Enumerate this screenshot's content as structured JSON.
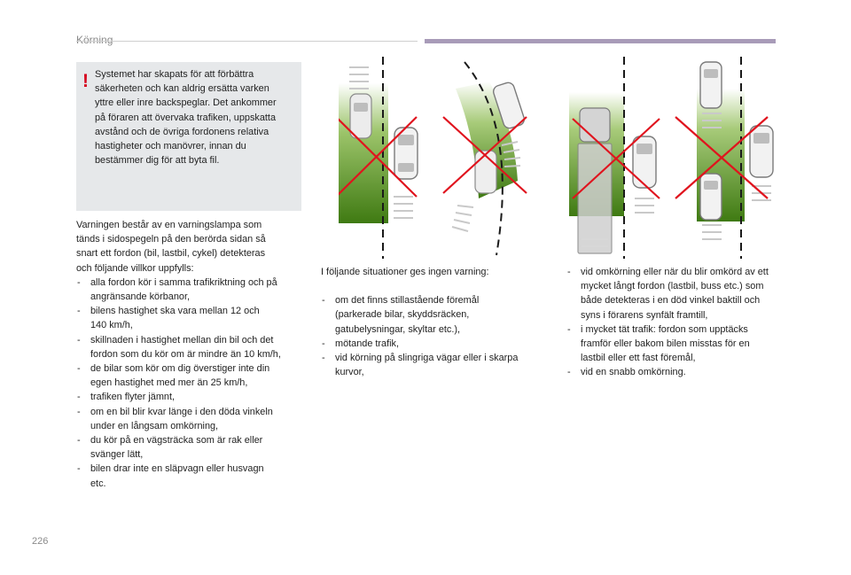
{
  "header": {
    "section_title": "Körning"
  },
  "warning": {
    "mark": "!",
    "lines": [
      "Systemet har skapats för att förbättra",
      "säkerheten och kan aldrig ersätta varken",
      "yttre eller inre backspeglar. Det ankommer",
      "på föraren att övervaka trafiken, uppskatta",
      "avstånd och de övriga fordonens relativa",
      "hastigheter och manövrer, innan du",
      "bestämmer dig för att byta fil."
    ]
  },
  "column1": {
    "intro_lines": [
      "Varningen består av en varningslampa som",
      "tänds i sidospegeln på den berörda sidan så",
      "snart ett fordon (bil, lastbil, cykel) detekteras",
      "och följande villkor uppfylls:"
    ],
    "items": [
      [
        "alla fordon kör i samma trafikriktning och på",
        "angränsande körbanor,"
      ],
      [
        "bilens hastighet ska vara mellan 12 och",
        "140 km/h,"
      ],
      [
        "skillnaden i hastighet mellan din bil och det",
        "fordon som du kör om är mindre än 10 km/h,"
      ],
      [
        "de bilar som kör om dig överstiger inte din",
        "egen hastighet med mer än 25 km/h,"
      ],
      [
        "trafiken flyter jämnt,"
      ],
      [
        "om en bil blir kvar länge i den döda vinkeln",
        "under en långsam omkörning,"
      ],
      [
        "du kör på en vägsträcka som är rak eller",
        "svänger lätt,"
      ],
      [
        "bilen drar inte en släpvagn eller husvagn",
        "etc."
      ]
    ]
  },
  "column2": {
    "intro": "I följande situationer ges ingen varning:",
    "items": [
      [
        "om det finns stillastående föremål",
        "(parkerade bilar, skyddsräcken,",
        "gatubelysningar, skyltar etc.),"
      ],
      [
        "mötande trafik,"
      ],
      [
        "vid körning på slingriga vägar eller i skarpa",
        "kurvor,"
      ]
    ]
  },
  "column3": {
    "items": [
      [
        "vid omkörning eller när du blir omkörd av ett",
        "mycket långt fordon (lastbil, buss etc.) som",
        "både detekteras i en död vinkel baktill och",
        "syns i förarens synfält framtill,"
      ],
      [
        "i mycket tät trafik: fordon som upptäcks",
        "framför eller bakom bilen misstas för en",
        "lastbil eller ett fast föremål,"
      ],
      [
        "vid en snabb omkörning."
      ]
    ]
  },
  "footer": {
    "page_number": "226"
  },
  "colors": {
    "accent": "#a89bb8",
    "warning_bg": "#e6e8ea",
    "warning_mark": "#d6001c",
    "zone_green": "#4f8a1e",
    "cross_red": "#e0141e"
  },
  "illustrations": [
    {
      "icon": "blind-spot-parked-car-icon"
    },
    {
      "icon": "blind-spot-curve-icon"
    },
    {
      "icon": "blind-spot-long-truck-icon"
    },
    {
      "icon": "blind-spot-dense-traffic-icon"
    }
  ]
}
